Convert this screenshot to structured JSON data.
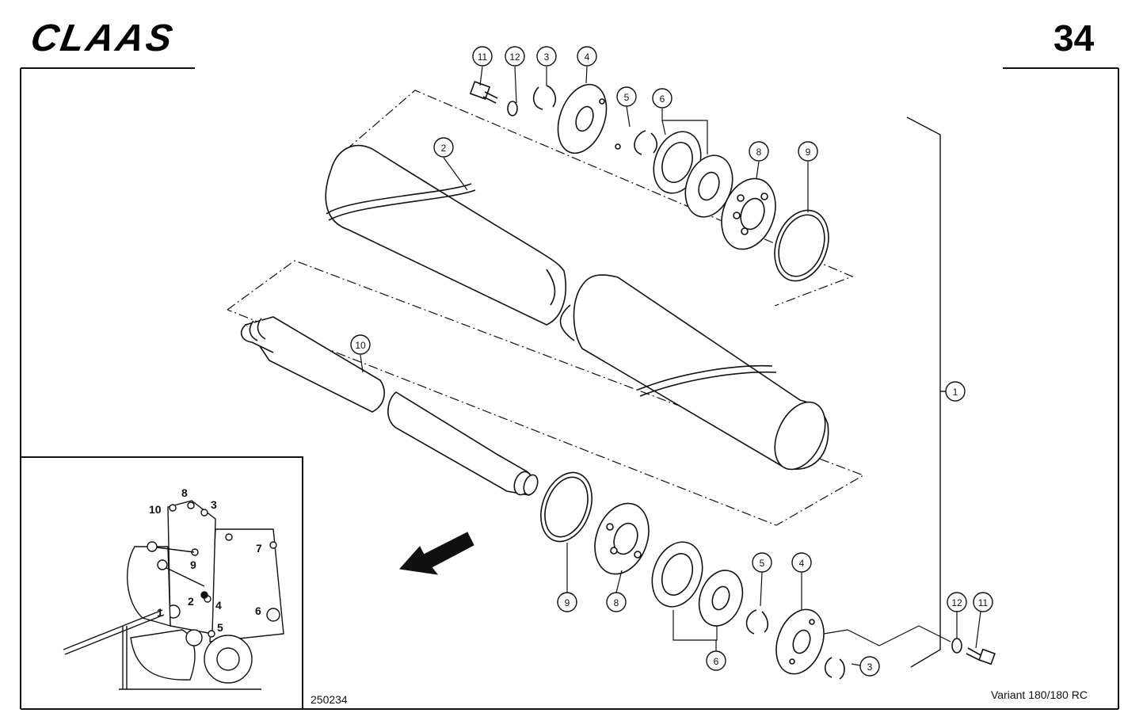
{
  "header": {
    "brand": "CLAAS",
    "page_number": "34"
  },
  "footer": {
    "drawing_number": "250234",
    "model": "Variant 180/180 RC"
  },
  "callouts": {
    "c1": "1",
    "c2": "2",
    "c3": "3",
    "c4": "4",
    "c5": "5",
    "c6": "6",
    "c8": "8",
    "c9": "9",
    "c10": "10",
    "c11": "11",
    "c12": "12"
  },
  "inset_labels": {
    "l1": "1",
    "l2": "2",
    "l3": "3",
    "l4": "4",
    "l5": "5",
    "l6": "6",
    "l7": "7",
    "l8": "8",
    "l9": "9",
    "l10": "10"
  }
}
